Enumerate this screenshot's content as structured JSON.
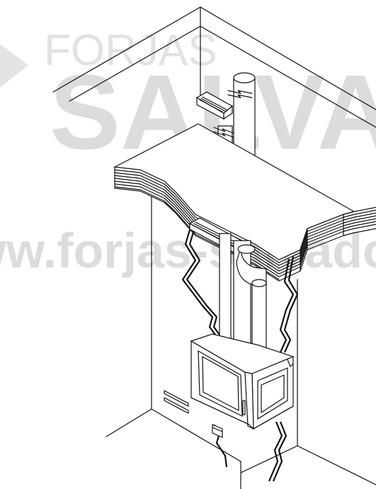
{
  "watermark": {
    "brand_top": "FORJAS",
    "brand_main": "SALVADOR",
    "url": "www.forjas-salvador.com"
  },
  "colors": {
    "watermark": "#dcdcdc",
    "line": "#111111",
    "background": "#ffffff"
  },
  "illustration": {
    "subject": "corner fireplace insert with flue pipes, ceiling and vent grilles"
  }
}
